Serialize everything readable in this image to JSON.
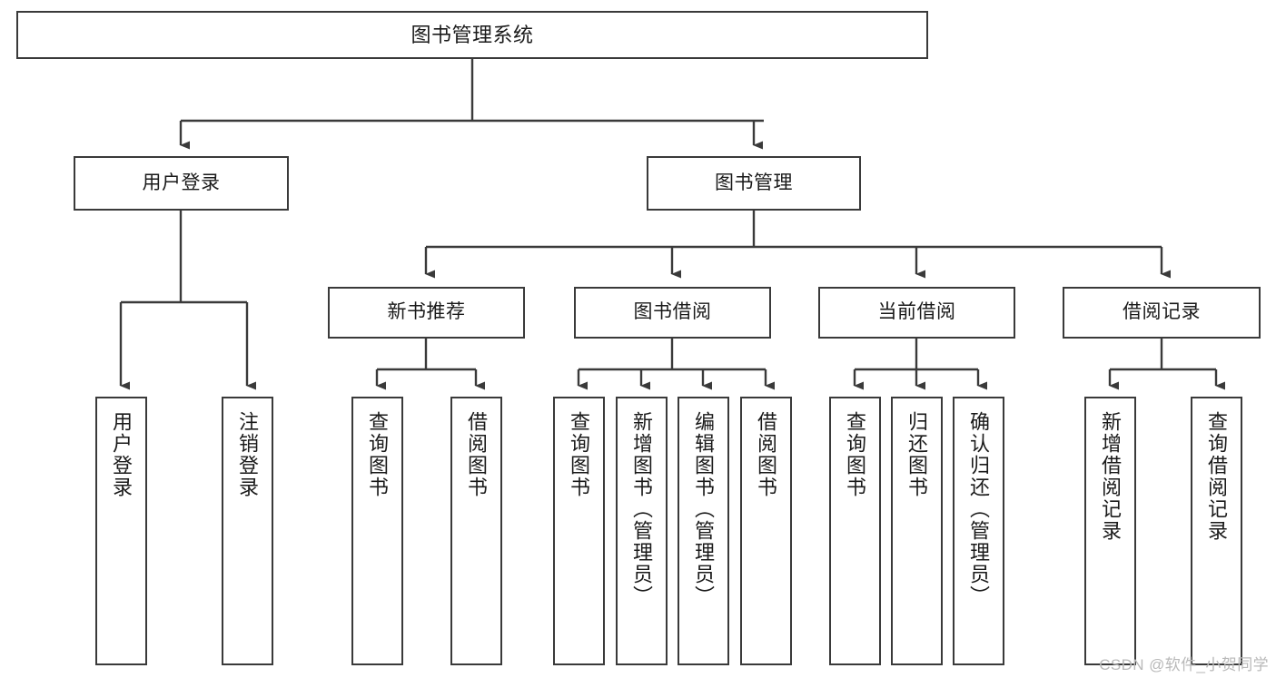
{
  "diagram": {
    "title": "图书管理系统",
    "type": "tree-hierarchy",
    "orientation": "top-down",
    "colors": {
      "stroke": "#3a3a3a",
      "fill": "#ffffff",
      "text": "#1a1a1a",
      "watermark": "#b9b9b9"
    }
  },
  "watermark": {
    "text": "CSDN @软件_小贺同学"
  },
  "nodes": {
    "root": {
      "label": "图书管理系统"
    },
    "level2": [
      {
        "id": "user-login",
        "label": "用户登录"
      },
      {
        "id": "book-manage",
        "label": "图书管理"
      }
    ],
    "level3": [
      {
        "id": "new-book-recommend",
        "label": "新书推荐"
      },
      {
        "id": "book-borrow",
        "label": "图书借阅"
      },
      {
        "id": "current-borrow",
        "label": "当前借阅"
      },
      {
        "id": "borrow-record",
        "label": "借阅记录"
      }
    ],
    "leaves": {
      "user-login": [
        {
          "id": "leaf-user-login",
          "label": "用户登录"
        },
        {
          "id": "leaf-logout",
          "label": "注销登录"
        }
      ],
      "new-book-recommend": [
        {
          "id": "leaf-query-book-1",
          "label": "查询图书"
        },
        {
          "id": "leaf-borrow-book-1",
          "label": "借阅图书"
        }
      ],
      "book-borrow": [
        {
          "id": "leaf-query-book-2",
          "label": "查询图书"
        },
        {
          "id": "leaf-add-book",
          "label": "新增图书（管理员）"
        },
        {
          "id": "leaf-edit-book",
          "label": "编辑图书（管理员）"
        },
        {
          "id": "leaf-borrow-book-2",
          "label": "借阅图书"
        }
      ],
      "current-borrow": [
        {
          "id": "leaf-query-book-3",
          "label": "查询图书"
        },
        {
          "id": "leaf-return-book",
          "label": "归还图书"
        },
        {
          "id": "leaf-confirm-return",
          "label": "确认归还（管理员）"
        }
      ],
      "borrow-record": [
        {
          "id": "leaf-add-record",
          "label": "新增借阅记录"
        },
        {
          "id": "leaf-query-record",
          "label": "查询借阅记录"
        }
      ]
    }
  }
}
